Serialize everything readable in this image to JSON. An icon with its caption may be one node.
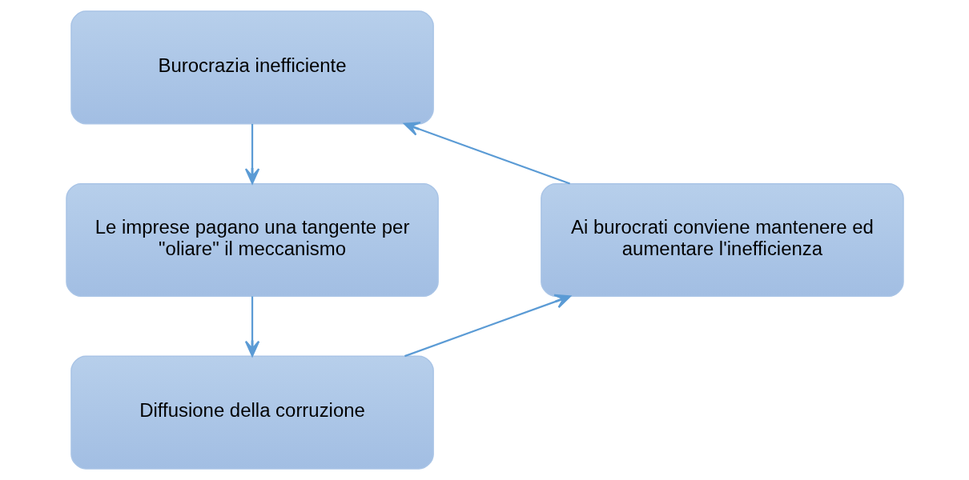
{
  "diagram": {
    "nodes": [
      {
        "text": [
          "Burocrazia inefficiente"
        ]
      },
      {
        "text": [
          "Ai burocrati conviene mantenere ed aumentare l'inefficienza"
        ]
      },
      {
        "text": [
          "Le imprese pagano una tangente per \"oliare\" il meccanismo"
        ]
      },
      {
        "text": [
          "Diffusione della corruzione"
        ]
      }
    ],
    "edges": [
      {
        "from": 0,
        "to": 2,
        "arrow": "to"
      },
      {
        "from": 2,
        "to": 3,
        "arrow": "to"
      },
      {
        "from": 3,
        "to": 1,
        "arrow": "to"
      },
      {
        "from": 1,
        "to": 0,
        "arrow": "to"
      }
    ]
  }
}
